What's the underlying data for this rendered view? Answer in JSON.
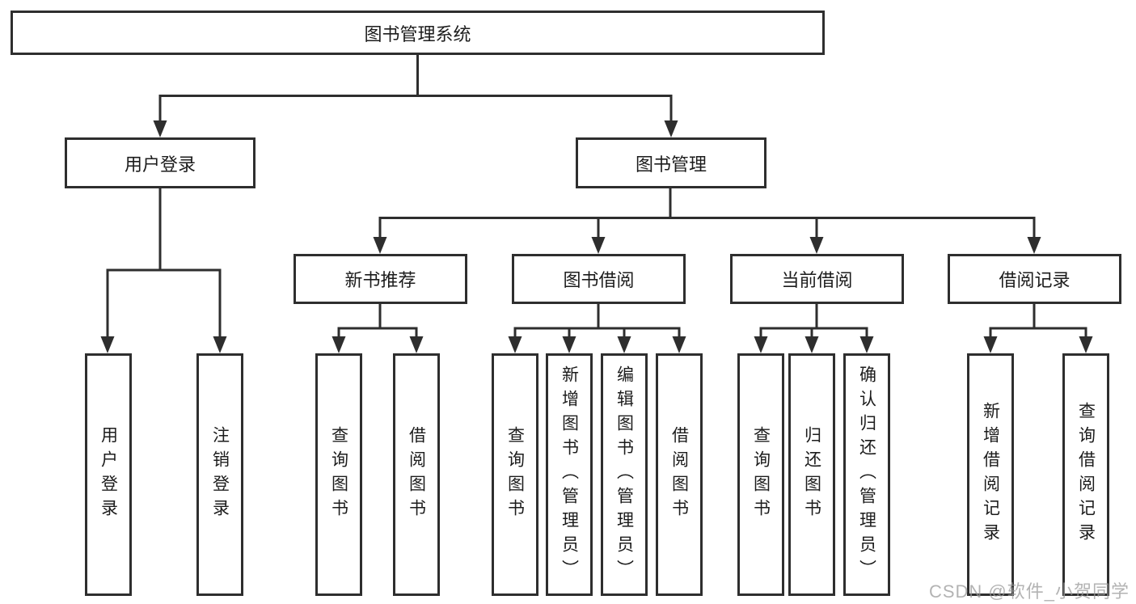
{
  "diagram": {
    "type": "hierarchy-tree",
    "colors": {
      "line": "#2e2e2e",
      "box_border": "#2e2e2e",
      "text": "#1c1c1c",
      "background": "#ffffff",
      "watermark": "#9a9a9a"
    },
    "watermark": "CSDN @软件_小贺同学",
    "nodes": {
      "root": {
        "label": "图书管理系统"
      },
      "user_login": {
        "label": "用户登录"
      },
      "book_mgmt": {
        "label": "图书管理"
      },
      "new_book_rec": {
        "label": "新书推荐"
      },
      "book_borrow": {
        "label": "图书借阅"
      },
      "current_borrow": {
        "label": "当前借阅"
      },
      "borrow_records": {
        "label": "借阅记录"
      },
      "leaf_user_login": {
        "label": "用户登录"
      },
      "leaf_logout": {
        "label": "注销登录"
      },
      "leaf_query_book_1": {
        "label": "查询图书"
      },
      "leaf_borrow_book_1": {
        "label": "借阅图书"
      },
      "leaf_query_book_2": {
        "label": "查询图书"
      },
      "leaf_add_book": {
        "label": "新增图书（管理员）"
      },
      "leaf_edit_book": {
        "label": "编辑图书（管理员）"
      },
      "leaf_borrow_book_2": {
        "label": "借阅图书"
      },
      "leaf_query_book_3": {
        "label": "查询图书"
      },
      "leaf_return_book": {
        "label": "归还图书"
      },
      "leaf_confirm_return": {
        "label": "确认归还（管理员）"
      },
      "leaf_add_borrow_record": {
        "label": "新增借阅记录"
      },
      "leaf_query_borrow_record": {
        "label": "查询借阅记录"
      }
    },
    "edges": [
      {
        "from": "root",
        "to": "user_login"
      },
      {
        "from": "root",
        "to": "book_mgmt"
      },
      {
        "from": "user_login",
        "to": "leaf_user_login"
      },
      {
        "from": "user_login",
        "to": "leaf_logout"
      },
      {
        "from": "book_mgmt",
        "to": "new_book_rec"
      },
      {
        "from": "book_mgmt",
        "to": "book_borrow"
      },
      {
        "from": "book_mgmt",
        "to": "current_borrow"
      },
      {
        "from": "book_mgmt",
        "to": "borrow_records"
      },
      {
        "from": "new_book_rec",
        "to": "leaf_query_book_1"
      },
      {
        "from": "new_book_rec",
        "to": "leaf_borrow_book_1"
      },
      {
        "from": "book_borrow",
        "to": "leaf_query_book_2"
      },
      {
        "from": "book_borrow",
        "to": "leaf_add_book"
      },
      {
        "from": "book_borrow",
        "to": "leaf_edit_book"
      },
      {
        "from": "book_borrow",
        "to": "leaf_borrow_book_2"
      },
      {
        "from": "current_borrow",
        "to": "leaf_query_book_3"
      },
      {
        "from": "current_borrow",
        "to": "leaf_return_book"
      },
      {
        "from": "current_borrow",
        "to": "leaf_confirm_return"
      },
      {
        "from": "borrow_records",
        "to": "leaf_add_borrow_record"
      },
      {
        "from": "borrow_records",
        "to": "leaf_query_borrow_record"
      }
    ]
  }
}
